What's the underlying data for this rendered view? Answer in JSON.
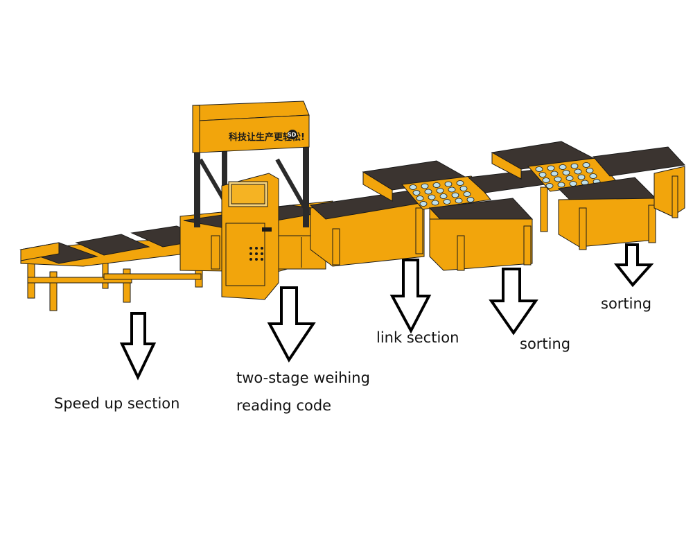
{
  "colors": {
    "frame": "#f2a50c",
    "frame_dark": "#c98500",
    "belt": "#3b3430",
    "outline": "#1a1a1a",
    "screen": "#f7d37a",
    "ball": "#bfe0ea"
  },
  "machine": {
    "gantry_banner": "科技让生产更轻松!",
    "logo_text": "SD"
  },
  "labels": [
    {
      "id": "speed-up",
      "text": "Speed up section"
    },
    {
      "id": "weighing",
      "text": "two-stage weihing"
    },
    {
      "id": "reading",
      "text": "reading code"
    },
    {
      "id": "link",
      "text": "link section"
    },
    {
      "id": "sorting-1",
      "text": "sorting"
    },
    {
      "id": "sorting-2",
      "text": "sorting"
    }
  ],
  "icons": [
    "down-arrow-icon"
  ]
}
